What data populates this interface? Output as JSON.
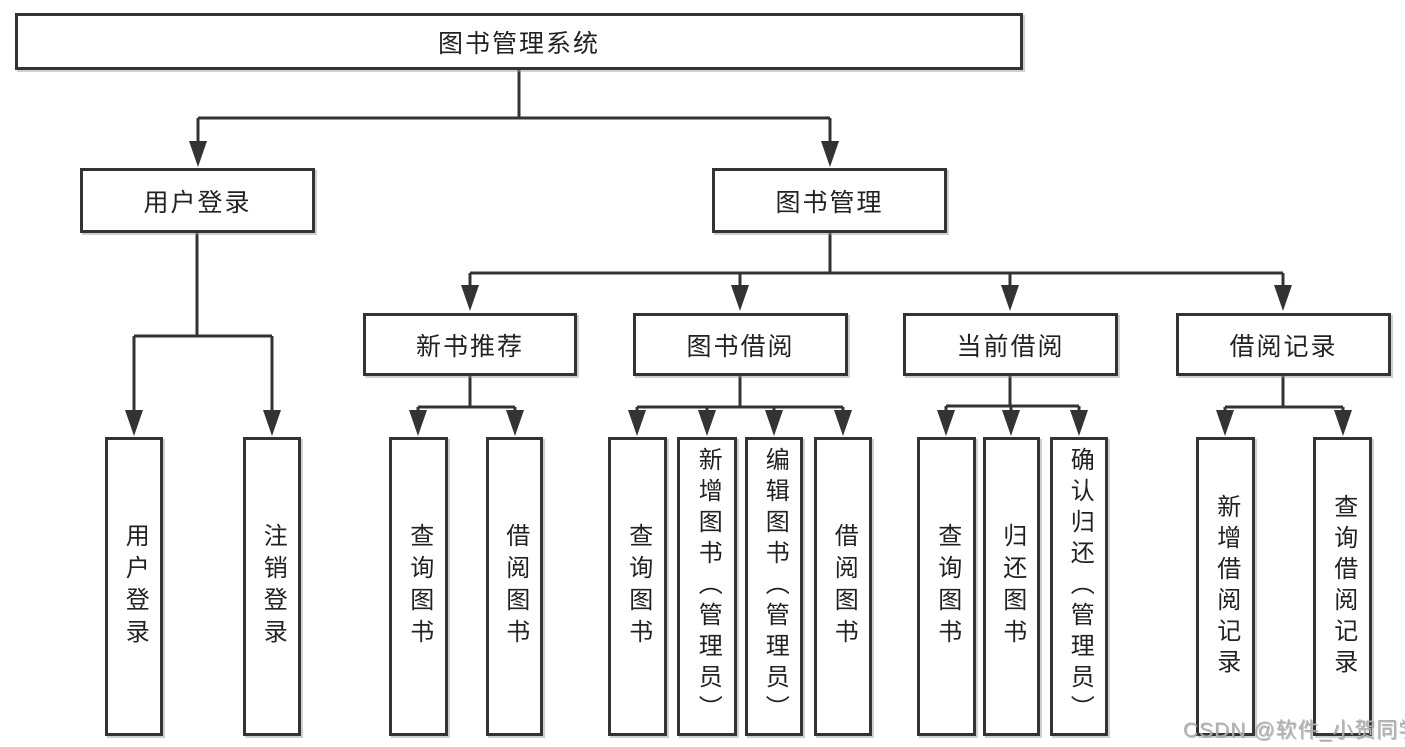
{
  "diagram": {
    "title": "图书管理系统",
    "nodes": {
      "root": "图书管理系统",
      "user_login": "用户登录",
      "book_mgmt": "图书管理",
      "new_book_rec": "新书推荐",
      "book_borrow": "图书借阅",
      "current_borrow": "当前借阅",
      "borrow_records": "借阅记录"
    },
    "leaves": {
      "user_login": [
        "用户登录",
        "注销登录"
      ],
      "new_book_rec": [
        "查询图书",
        "借阅图书"
      ],
      "book_borrow": [
        "查询图书",
        "新增图书（管理员）",
        "编辑图书（管理员）",
        "借阅图书"
      ],
      "current_borrow": [
        "查询图书",
        "归还图书",
        "确认归还（管理员）"
      ],
      "borrow_records": [
        "新增借阅记录",
        "查询借阅记录"
      ]
    },
    "watermark": "CSDN @软件_小贺同学",
    "colors": {
      "line": "#333333",
      "box_border": "#333333",
      "text": "#222222",
      "background": "#ffffff",
      "watermark": "#b0b0b0"
    }
  }
}
